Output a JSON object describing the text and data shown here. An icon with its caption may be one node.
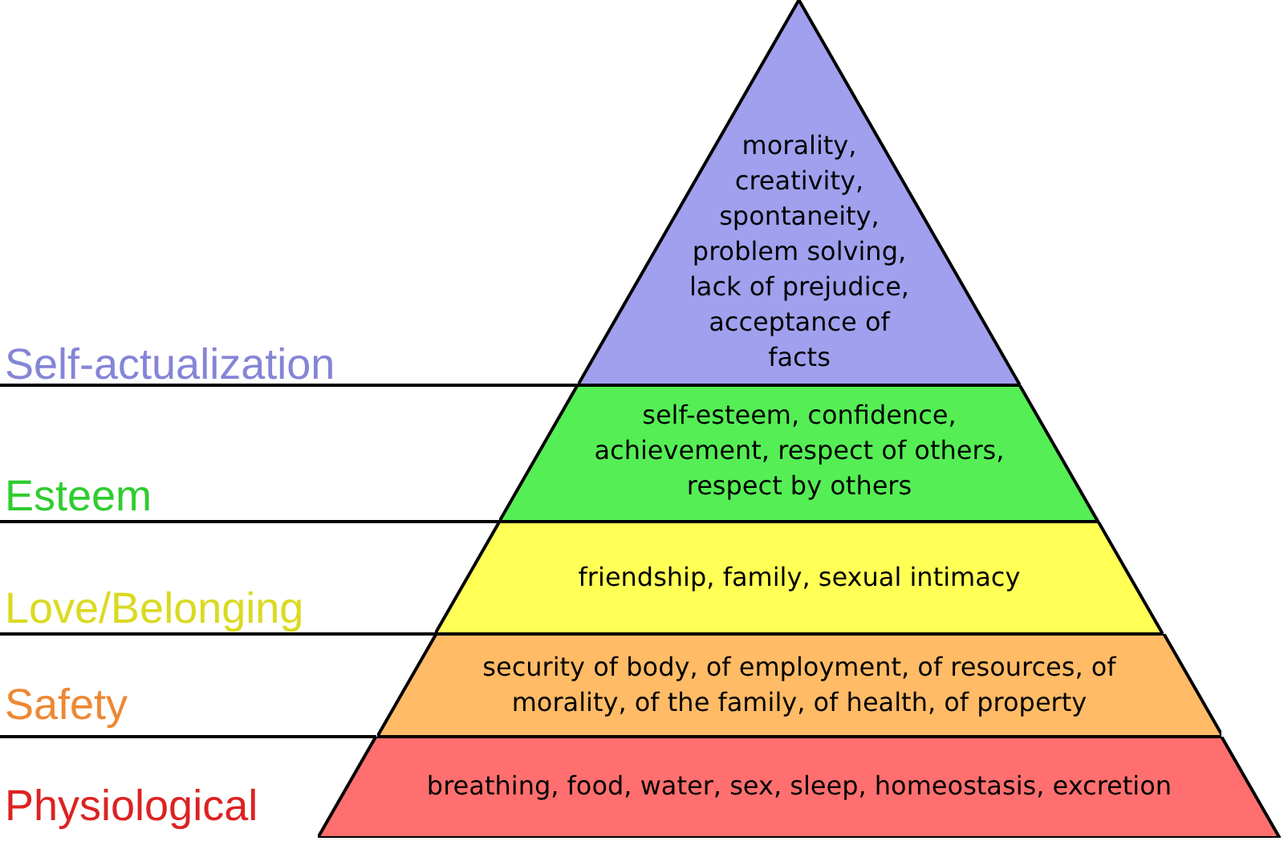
{
  "diagram": {
    "nodes": [
      {
        "text": [
          "morality, creativity, spontaneity, problem solving, lack of prejudice, acceptance of facts"
        ]
      },
      {
        "text": [
          "self-esteem, confidence, achievement, respect of others, respect by others"
        ]
      },
      {
        "text": [
          "friendship, family, sexual intimacy"
        ]
      },
      {
        "text": [
          "security of body, of employment, of resources, of morality, of the family, of health, of property"
        ]
      },
      {
        "text": [
          "breathing, food, water, sex, sleep, homeostasis, excretion"
        ]
      }
    ],
    "edges": [],
    "labels": [
      "Self-actualization",
      "Esteem",
      "Love/Belonging",
      "Safety",
      "Physiological"
    ]
  }
}
